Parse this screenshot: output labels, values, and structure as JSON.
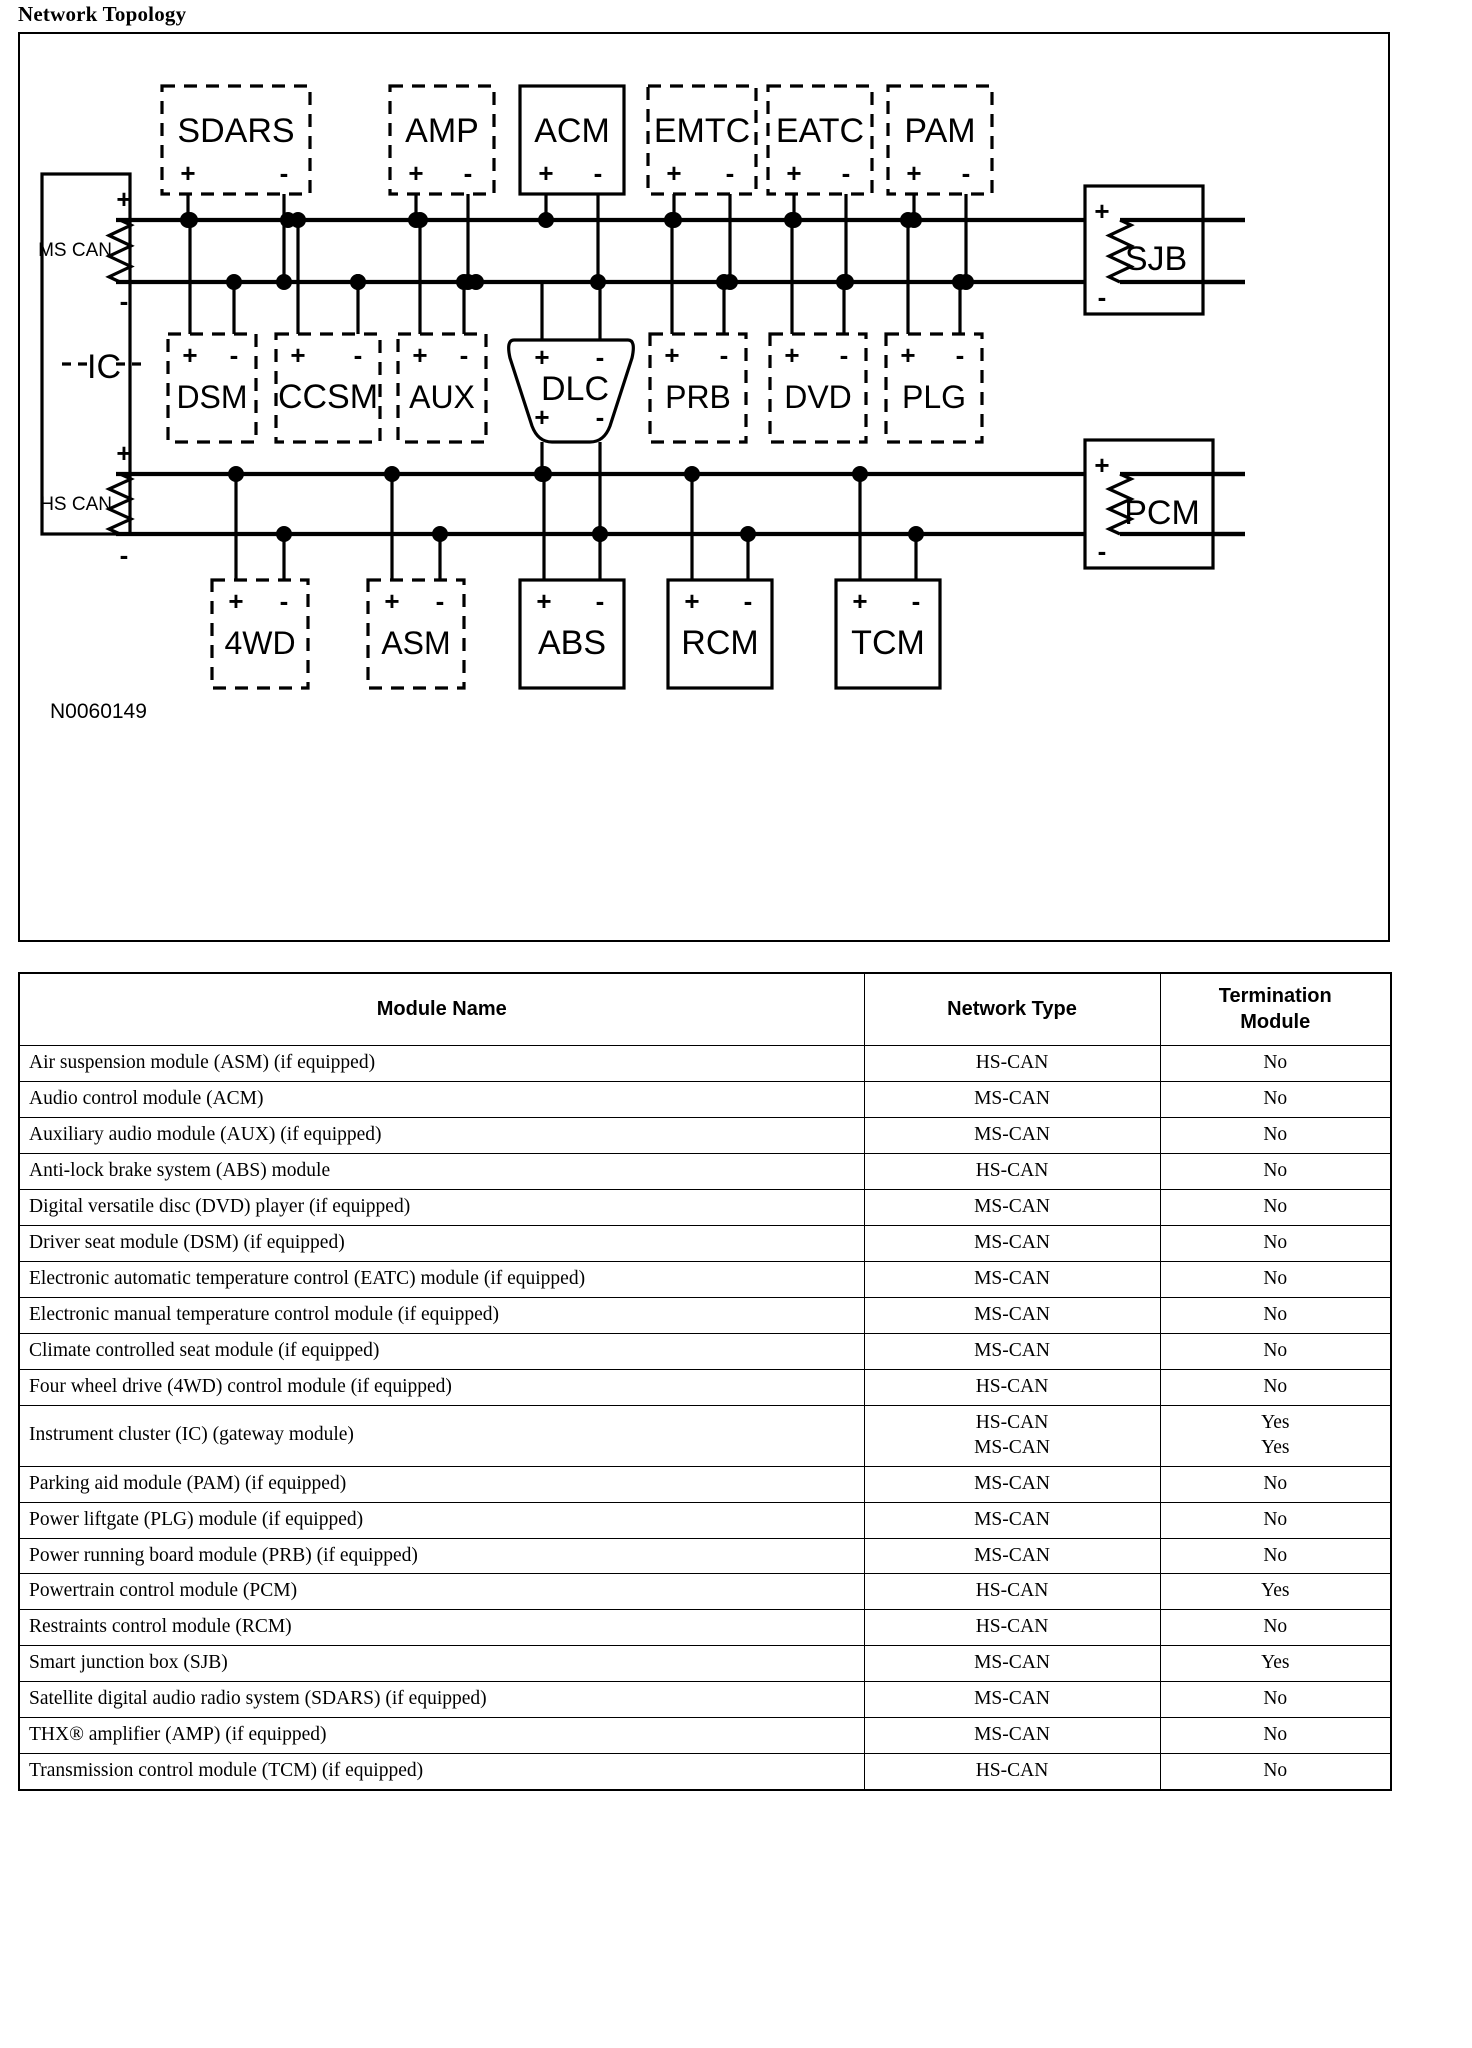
{
  "diagram": {
    "title": "Network Topology",
    "id_label": "N0060149",
    "gateway": {
      "label": "IC"
    },
    "buses": [
      {
        "name": "MS CAN",
        "label": "MS CAN"
      },
      {
        "name": "HS CAN",
        "label": "HS CAN"
      }
    ],
    "pin_plus": "+",
    "pin_minus": "-",
    "modules_top": [
      {
        "label": "SDARS",
        "style": "dashed"
      },
      {
        "label": "AMP",
        "style": "dashed"
      },
      {
        "label": "ACM",
        "style": "solid"
      },
      {
        "label": "EMTC",
        "style": "dashed"
      },
      {
        "label": "EATC",
        "style": "dashed"
      },
      {
        "label": "PAM",
        "style": "dashed"
      }
    ],
    "modules_middle": [
      {
        "label": "DSM",
        "style": "dashed"
      },
      {
        "label": "CCSM",
        "style": "dashed"
      },
      {
        "label": "AUX",
        "style": "dashed"
      },
      {
        "label": "DLC",
        "style": "connector"
      },
      {
        "label": "PRB",
        "style": "dashed"
      },
      {
        "label": "DVD",
        "style": "dashed"
      },
      {
        "label": "PLG",
        "style": "dashed"
      }
    ],
    "modules_bottom": [
      {
        "label": "4WD",
        "style": "dashed"
      },
      {
        "label": "ASM",
        "style": "dashed"
      },
      {
        "label": "ABS",
        "style": "solid"
      },
      {
        "label": "RCM",
        "style": "solid"
      },
      {
        "label": "TCM",
        "style": "solid"
      }
    ],
    "terminators": [
      {
        "label": "SJB",
        "style": "solid",
        "bus": "MS CAN"
      },
      {
        "label": "PCM",
        "style": "solid",
        "bus": "HS CAN"
      }
    ]
  },
  "table": {
    "headers": [
      "Module Name",
      "Network Type",
      "Termination\nModule"
    ],
    "rows": [
      {
        "name": "Air suspension module (ASM) (if equipped)",
        "network": "HS-CAN",
        "termination": "No"
      },
      {
        "name": "Audio control module (ACM)",
        "network": "MS-CAN",
        "termination": "No"
      },
      {
        "name": "Auxiliary audio module (AUX) (if equipped)",
        "network": "MS-CAN",
        "termination": "No"
      },
      {
        "name": "Anti-lock brake system (ABS) module",
        "network": "HS-CAN",
        "termination": "No"
      },
      {
        "name": "Digital versatile disc (DVD) player (if equipped)",
        "network": "MS-CAN",
        "termination": "No"
      },
      {
        "name": "Driver seat module (DSM) (if equipped)",
        "network": "MS-CAN",
        "termination": "No"
      },
      {
        "name": "Electronic automatic temperature control (EATC) module (if equipped)",
        "network": "MS-CAN",
        "termination": "No"
      },
      {
        "name": "Electronic manual temperature control module (if equipped)",
        "network": "MS-CAN",
        "termination": "No"
      },
      {
        "name": "Climate controlled seat module (if equipped)",
        "network": "MS-CAN",
        "termination": "No"
      },
      {
        "name": "Four wheel drive (4WD) control module (if equipped)",
        "network": "HS-CAN",
        "termination": "No"
      },
      {
        "name": "Instrument cluster (IC) (gateway module)",
        "network": "HS-CAN\nMS-CAN",
        "termination": "Yes\nYes"
      },
      {
        "name": "Parking aid module (PAM) (if equipped)",
        "network": "MS-CAN",
        "termination": "No"
      },
      {
        "name": "Power liftgate (PLG) module (if equipped)",
        "network": "MS-CAN",
        "termination": "No"
      },
      {
        "name": "Power running board module (PRB) (if equipped)",
        "network": "MS-CAN",
        "termination": "No"
      },
      {
        "name": "Powertrain control module (PCM)",
        "network": "HS-CAN",
        "termination": "Yes"
      },
      {
        "name": "Restraints control module (RCM)",
        "network": "HS-CAN",
        "termination": "No"
      },
      {
        "name": "Smart junction box (SJB)",
        "network": "MS-CAN",
        "termination": "Yes"
      },
      {
        "name": "Satellite digital audio radio system (SDARS) (if equipped)",
        "network": "MS-CAN",
        "termination": "No"
      },
      {
        "name": "THX® amplifier (AMP) (if equipped)",
        "network": "MS-CAN",
        "termination": "No"
      },
      {
        "name": "Transmission control module (TCM) (if equipped)",
        "network": "HS-CAN",
        "termination": "No"
      }
    ]
  }
}
